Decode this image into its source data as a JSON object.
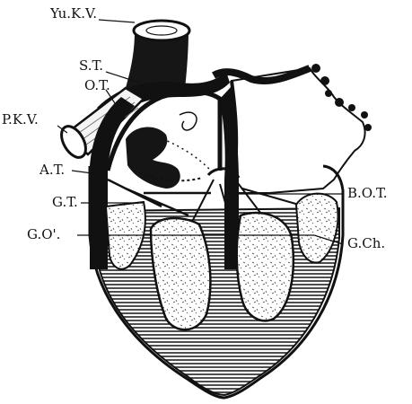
{
  "labels": {
    "yu_kv": "Yu.K.V.",
    "st": "S.T.",
    "ot": "O.T.",
    "pkv": "P.K.V.",
    "at": "A.T.",
    "gt": "G.T.",
    "go": "G.O'.",
    "bot": "B.O.T.",
    "gch": "G.Ch."
  },
  "colors": {
    "ink": "#111111",
    "hatch": "#222222",
    "paper": "#ffffff"
  }
}
